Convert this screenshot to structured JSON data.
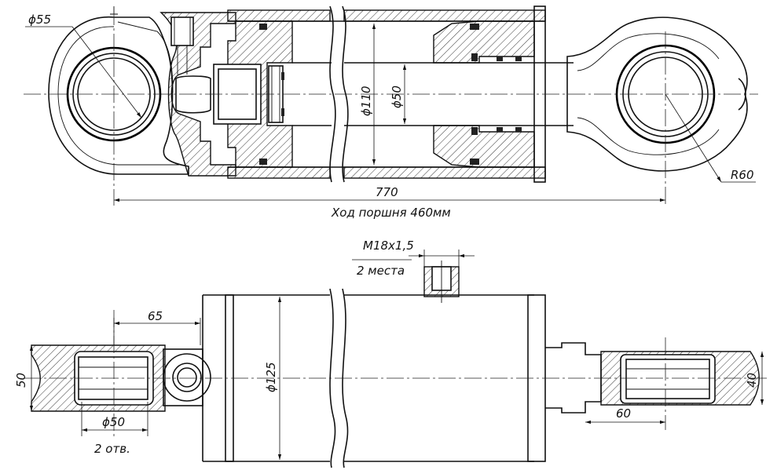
{
  "annotations": {
    "d_eye_pin": "ϕ55",
    "d_bore": "ϕ110",
    "d_rod": "ϕ50",
    "length": "770",
    "rod_eye_radius": "R60",
    "stroke": "Ход поршня 460мм",
    "port_thread": "M18x1,5",
    "port_count": "2 места",
    "d_tube": "ϕ125",
    "eye_offset": "65",
    "eye_width_left": "50",
    "d_bushing": "ϕ50",
    "bushing_count": "2 отв.",
    "eye_width_right": "40",
    "rod_eye_offset": "60"
  }
}
